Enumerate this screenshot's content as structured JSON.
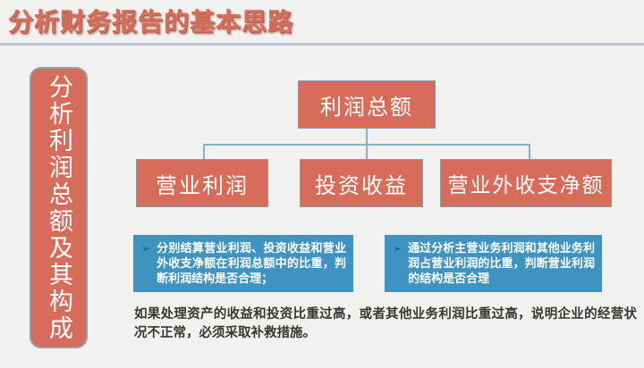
{
  "slide": {
    "title": "分析财务报告的基本思路",
    "sidebar": {
      "label": "分析利润总额及其构成"
    },
    "diagram": {
      "root": "利润总额",
      "children": [
        "营业利润",
        "投资收益",
        "营业外收支净额"
      ]
    },
    "notes": [
      {
        "bullet": "➢",
        "text": "分别结算营业利润、投资收益和营业外收支净额在利润总额中的比重，判断利润结构是否合理；"
      },
      {
        "bullet": "➢",
        "text": "通过分析主营业务利润和其他业务利润占营业利润的比重，判断营业利润的结构是否合理"
      }
    ],
    "footer": "如果处理资产的收益和投资比重过高，或者其他业务利润比重过高，说明企业的经营状况不正常，必须采取补救措施。",
    "colors": {
      "accent_red": "#d76c5b",
      "accent_blue": "#3f93c0",
      "connector_blue": "#85b2c2",
      "title_red": "#d2705e",
      "divider_blue": "#b5c3d0",
      "background": "#f1f1ef"
    }
  }
}
